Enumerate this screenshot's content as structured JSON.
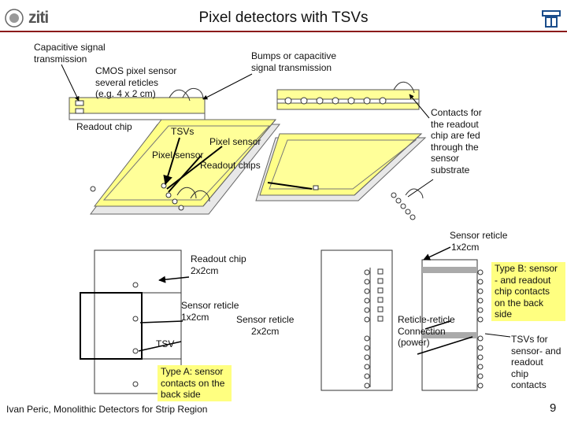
{
  "header": {
    "title": "Pixel detectors with TSVs",
    "logo_left": "ziti",
    "accent_color": "#8b1a1a"
  },
  "labels": {
    "capacitive": [
      "Capacitive signal",
      "transmission"
    ],
    "cmos": [
      "CMOS pixel sensor",
      "several reticles",
      "(e.g. 4 x 2 cm)"
    ],
    "bumps": [
      "Bumps or capacitive",
      "signal transmission"
    ],
    "readout_chip": "Readout chip",
    "tsvs": "TSVs",
    "pixel_sensor_1": "Pixel sensor",
    "pixel_sensor_2": "Pixel sensor",
    "readout_chips": "Readout chips",
    "contacts": [
      "Contacts for",
      "the readout",
      "chip are fed",
      "through the",
      "sensor",
      "substrate"
    ],
    "sensor_reticle_top": [
      "Sensor reticle",
      "1x2cm"
    ],
    "readout_chip_2x2": [
      "Readout chip",
      "2x2cm"
    ],
    "sensor_reticle_left": [
      "Sensor reticle",
      "1x2cm"
    ],
    "sensor_reticle_2x2": [
      "Sensor reticle",
      "2x2cm"
    ],
    "tsv": "TSV",
    "reticle_connection": [
      "Reticle-reticle",
      "Connection",
      "(power)"
    ],
    "tsvs_for": [
      "TSVs for",
      "sensor- and",
      "readout",
      "chip",
      "contacts"
    ]
  },
  "notes": {
    "type_a": [
      "Type A: sensor",
      "contacts on the",
      "back side"
    ],
    "type_b": [
      "Type B: sensor",
      "- and readout",
      "chip contacts",
      "on the back",
      "side"
    ]
  },
  "footer": {
    "author": "Ivan Peric, Monolithic Detectors for Strip Region",
    "page": "9"
  }
}
